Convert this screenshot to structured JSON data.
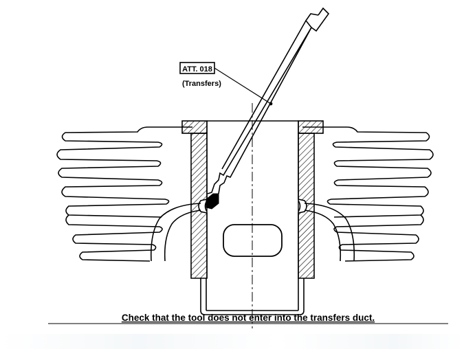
{
  "tool_label": {
    "code": "ATT. 018",
    "sub": "(Transfers)"
  },
  "caption": "Check that the tool does not enter into the transfers duct.",
  "colors": {
    "ink": "#000000",
    "paper": "#ffffff"
  }
}
